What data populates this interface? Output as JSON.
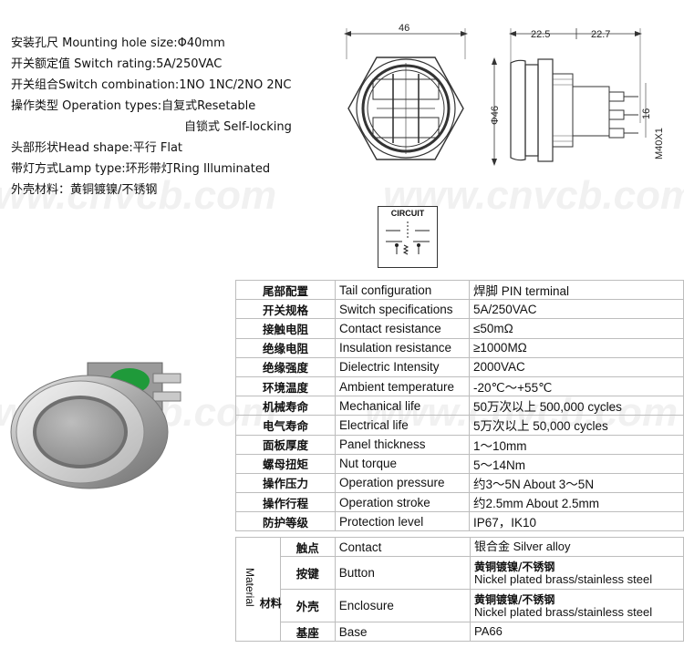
{
  "spec_lines": [
    "安装孔尺 Mounting hole size:Φ40mm",
    "开关额定值 Switch rating:5A/250VAC",
    "开关组合Switch combination:1NO 1NC/2NO 2NC",
    "操作类型 Operation types:自复式Resetable",
    "自锁式 Self-locking",
    "头部形状Head shape:平行 Flat",
    "带灯方式Lamp type:环形带灯Ring Illuminated",
    "外壳材料：黄铜镀镍/不锈钢"
  ],
  "drawing": {
    "front_width": "46",
    "side_dim_1": "22.5",
    "side_dim_2": "22.7",
    "diameter": "Φ46",
    "thread": "M40X1",
    "small_dim": "16",
    "circuit_title": "CIRCUIT"
  },
  "watermark": "www.cnvcb.com",
  "table": {
    "rows": [
      {
        "zh": "尾部配置",
        "en": "Tail configuration",
        "val": "焊脚  PIN terminal"
      },
      {
        "zh": "开关规格",
        "en": "Switch specifications",
        "val": "5A/250VAC"
      },
      {
        "zh": "接触电阻",
        "en": "Contact resistance",
        "val": "≤50mΩ"
      },
      {
        "zh": "绝缘电阻",
        "en": "Insulation resistance",
        "val": "≥1000MΩ"
      },
      {
        "zh": "绝缘强度",
        "en": "Dielectric Intensity",
        "val": "2000VAC"
      },
      {
        "zh": "环境温度",
        "en": "Ambient temperature",
        "val": "-20℃～+55℃"
      },
      {
        "zh": "机械寿命",
        "en": "Mechanical life",
        "val": "50万次以上 500,000 cycles"
      },
      {
        "zh": "电气寿命",
        "en": "Electrical life",
        "val": "5万次以上 50,000  cycles"
      },
      {
        "zh": "面板厚度",
        "en": "Panel thickness",
        "val": "1～10mm"
      },
      {
        "zh": "螺母扭矩",
        "en": "Nut torque",
        "val": "5～14Nm"
      },
      {
        "zh": "操作压力",
        "en": "Operation pressure",
        "val": "约3～5N About 3～5N"
      },
      {
        "zh": "操作行程",
        "en": "Operation stroke",
        "val": "约2.5mm About 2.5mm"
      },
      {
        "zh": "防护等级",
        "en": "Protection level",
        "val": "IP67，IK10"
      }
    ],
    "material_label_en": "Material",
    "material_label_zh": "材料",
    "material_rows": [
      {
        "zh": "触点",
        "en": "Contact",
        "val_zh": "银合金 Silver alloy",
        "val_en": ""
      },
      {
        "zh": "按键",
        "en": "Button",
        "val_zh": "黄铜镀镍/不锈钢",
        "val_en": "Nickel plated brass/stainless steel"
      },
      {
        "zh": "外壳",
        "en": "Enclosure",
        "val_zh": "黄铜镀镍/不锈钢",
        "val_en": "Nickel plated brass/stainless steel"
      },
      {
        "zh": "基座",
        "en": "Base",
        "val_zh": "PA66",
        "val_en": ""
      }
    ]
  },
  "colors": {
    "ring_green": "#1f9a3a",
    "metal_light": "#d9d9d9",
    "metal_dark": "#8a8a8a"
  }
}
